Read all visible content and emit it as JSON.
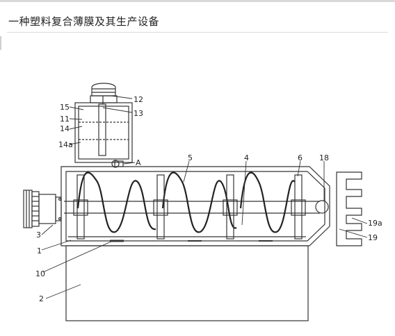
{
  "title": "一种塑料复合薄膜及其生产设备",
  "labels": {
    "l12": "12",
    "l15": "15",
    "l13": "13",
    "l11": "11",
    "l14": "14",
    "l14a": "14a",
    "lA": "A",
    "l5": "5",
    "l4": "4",
    "l6": "6",
    "l18": "18",
    "l3": "3",
    "l1": "1",
    "l10": "10",
    "l2": "2",
    "l19a": "19a",
    "l19": "19"
  }
}
